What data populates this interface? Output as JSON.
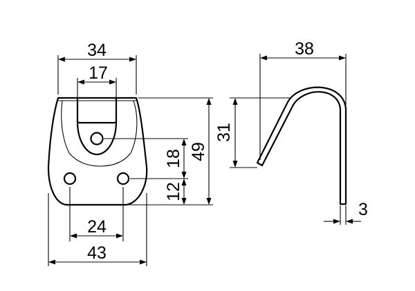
{
  "drawing": {
    "stroke_color": "#000000",
    "background": "#ffffff",
    "front_view": {
      "top_width": "34",
      "slot_width": "17",
      "hole_spacing": "24",
      "base_width": "43",
      "upper_height": "18",
      "lower_height": "12",
      "total_height": "49"
    },
    "side_view": {
      "hook_width": "38",
      "hook_height": "31",
      "thickness": "3"
    }
  }
}
